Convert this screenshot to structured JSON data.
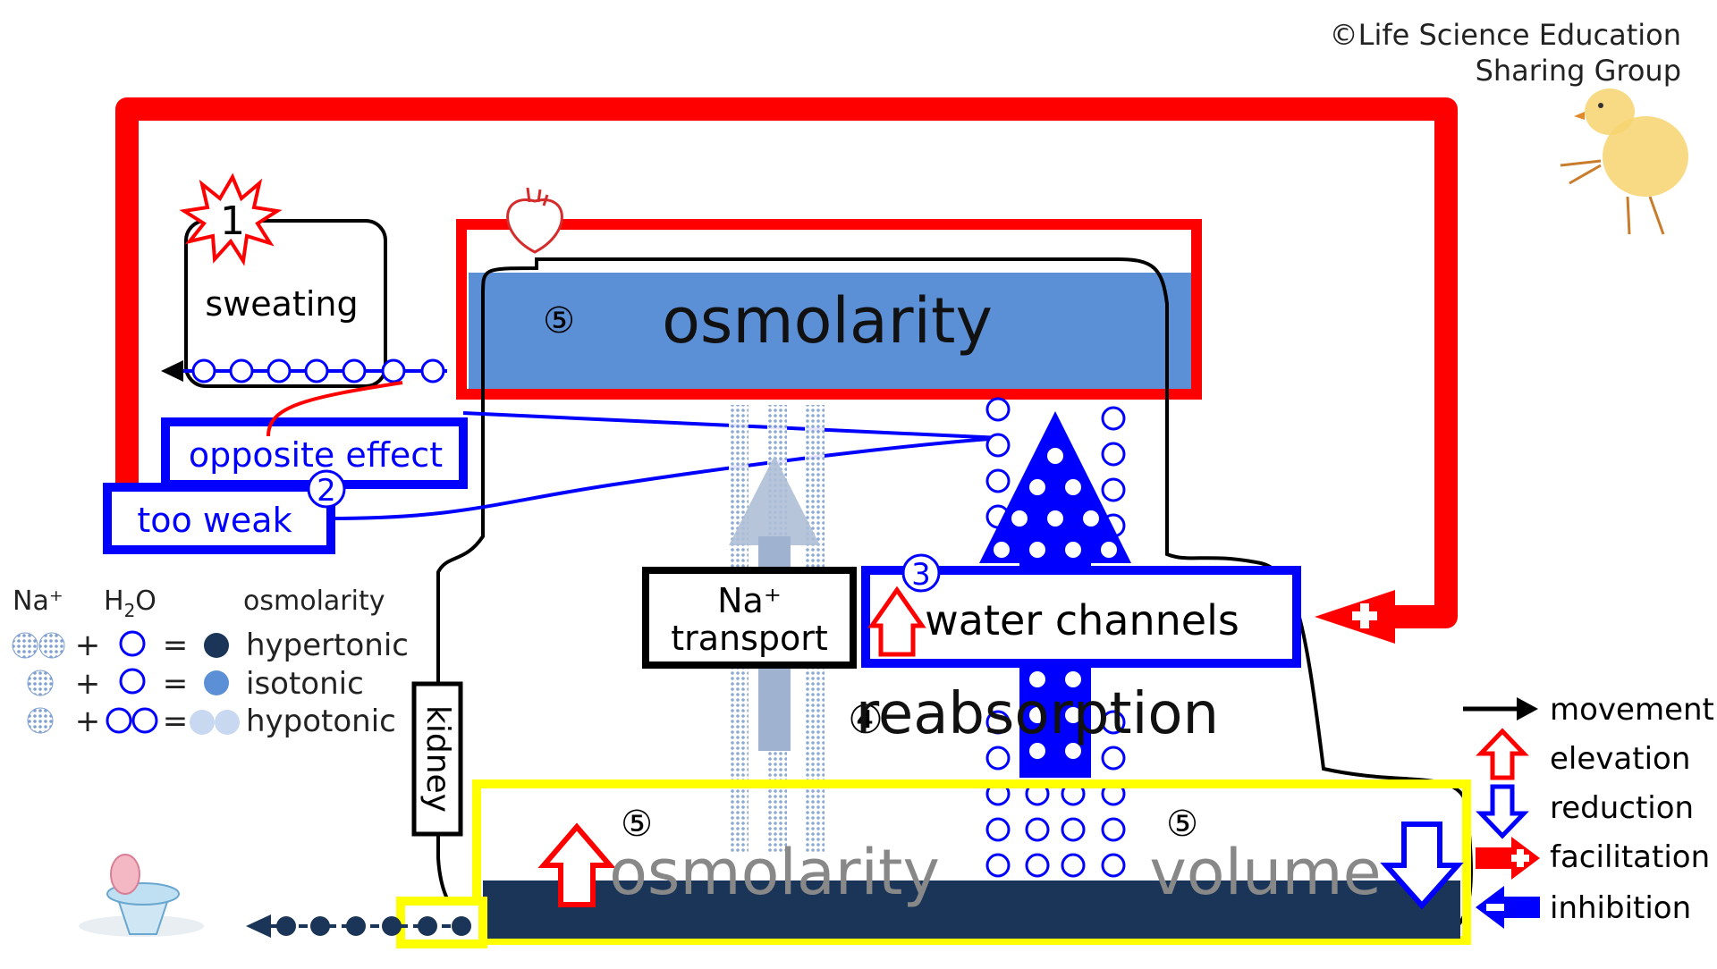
{
  "copyright": {
    "line1": "©Life Science Education",
    "line2": "Sharing Group"
  },
  "markers": {
    "one": "1",
    "two": "2",
    "three": "3",
    "four": "④",
    "five": "⑤"
  },
  "labels": {
    "sweating": "sweating",
    "osmolarity_top": "osmolarity",
    "opposite_effect": "opposite effect",
    "too_weak": "too weak",
    "na_transport_1": "Na⁺",
    "na_transport_2": "transport",
    "water_channels": "water channels",
    "reabsorption": "reabsorption",
    "kidney": "kidney",
    "osmolarity_bottom": "osmolarity",
    "volume": "volume"
  },
  "key": {
    "header_na": "Na⁺",
    "header_h2o_pre": "H",
    "header_h2o_sub": "2",
    "header_h2o_post": "O",
    "header_osm": "osmolarity",
    "plus": "+",
    "equals": "=",
    "hypertonic": "hypertonic",
    "isotonic": "isotonic",
    "hypotonic": "hypotonic"
  },
  "legend": {
    "movement": "movement",
    "elevation": "elevation",
    "reduction": "reduction",
    "facilitation": "facilitation",
    "inhibition": "inhibition"
  },
  "colors": {
    "red": "#ff0000",
    "blue": "#0000ff",
    "navy": "#1a3557",
    "plasma_blue": "#5b8fd6",
    "yellow": "#ffff00",
    "dot_blue": "#8fb0e0",
    "gray_text": "#888888"
  },
  "icons": [
    "starburst-icon",
    "heart-icon",
    "chick-icon",
    "toilet-icon"
  ]
}
